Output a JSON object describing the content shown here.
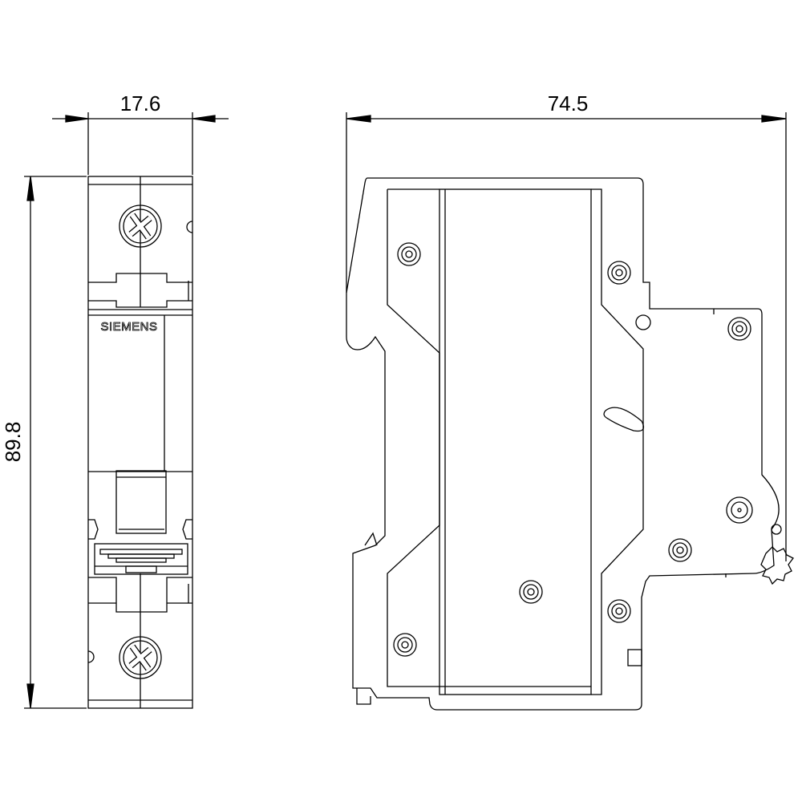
{
  "dimensions": {
    "front_width": "17.6",
    "side_depth": "74.5",
    "height": "89.8"
  },
  "brand_label": "SIEMENS",
  "colors": {
    "line": "#000000",
    "background": "#ffffff"
  }
}
